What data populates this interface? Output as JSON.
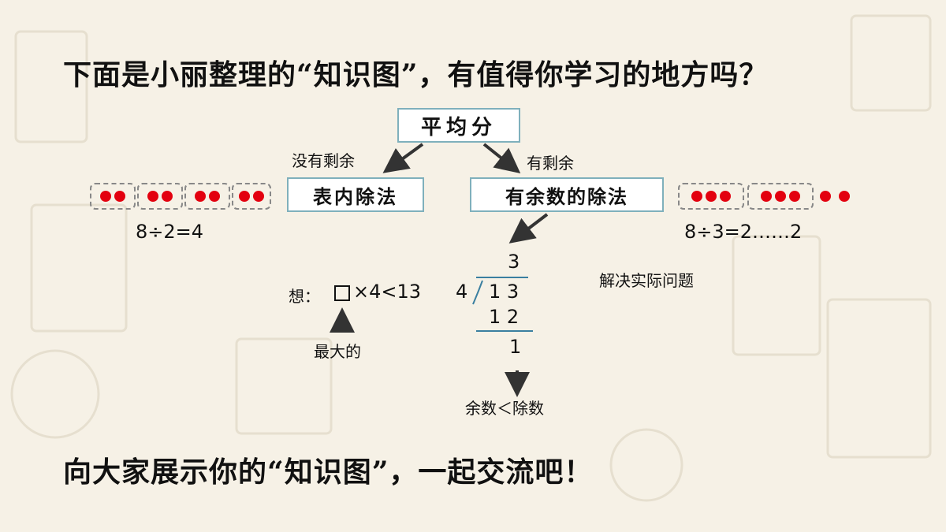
{
  "title": "下面是小丽整理的“知识图”，有值得你学习的地方吗？",
  "root_box": "平均分",
  "branch_left_label": "没有剩余",
  "branch_right_label": "有剩余",
  "left_box": "表内除法",
  "right_box": "有余数的除法",
  "left_equation": "8÷2=4",
  "right_equation": "8÷3=2……2",
  "think_prefix": "想：",
  "think_expr": "×4<13",
  "largest_label": "最大的",
  "division": {
    "quotient": "3",
    "divisor": "4",
    "dividend": "1 3",
    "product": "1 2",
    "remainder": "1"
  },
  "remainder_rule": "余数＜除数",
  "apply_label": "解决实际问题",
  "bottom_text": "向大家展示你的“知识图”，一起交流吧！",
  "colors": {
    "dot": "#e3000f",
    "box_border": "#7fb0bc",
    "background": "#f6f1e6"
  }
}
